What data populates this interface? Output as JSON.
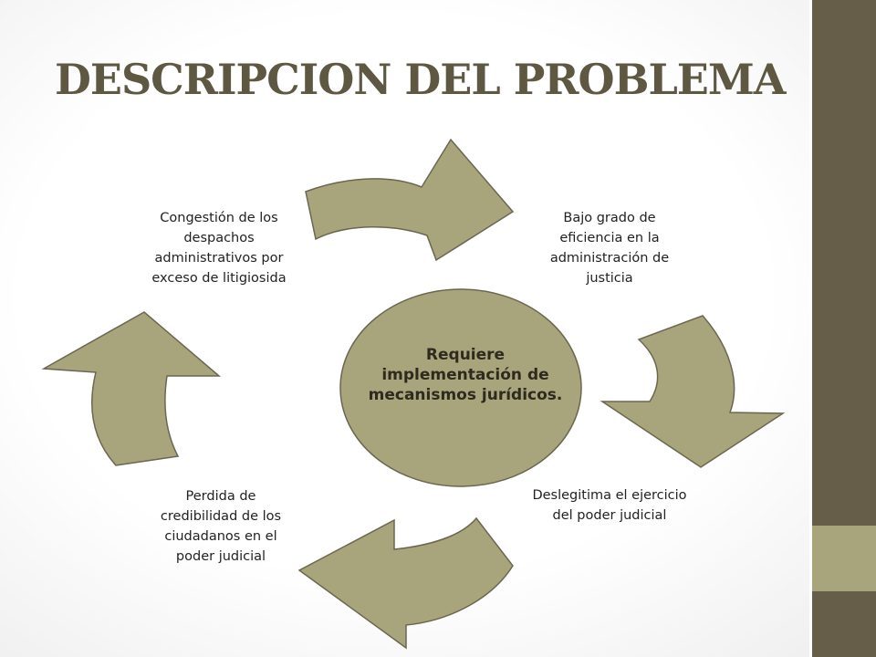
{
  "title": "DESCRIPCION DEL PROBLEMA",
  "colors": {
    "arrow_fill": "#a8a57c",
    "arrow_stroke": "#6b6650",
    "center_fill": "#a8a57c",
    "title": "#5e5843",
    "sidebar_dark": "#665e48",
    "sidebar_light": "#a8a57c"
  },
  "cycle": {
    "center": "Requiere implementación de mecanismos jurídicos.",
    "steps": [
      "Bajo grado de eficiencia en la administración de justicia",
      "Deslegitima el ejercicio del poder judicial",
      "Perdida de credibilidad de los ciudadanos en el poder judicial",
      "Congestión de los despachos administrativos por exceso de litigiosida"
    ]
  }
}
